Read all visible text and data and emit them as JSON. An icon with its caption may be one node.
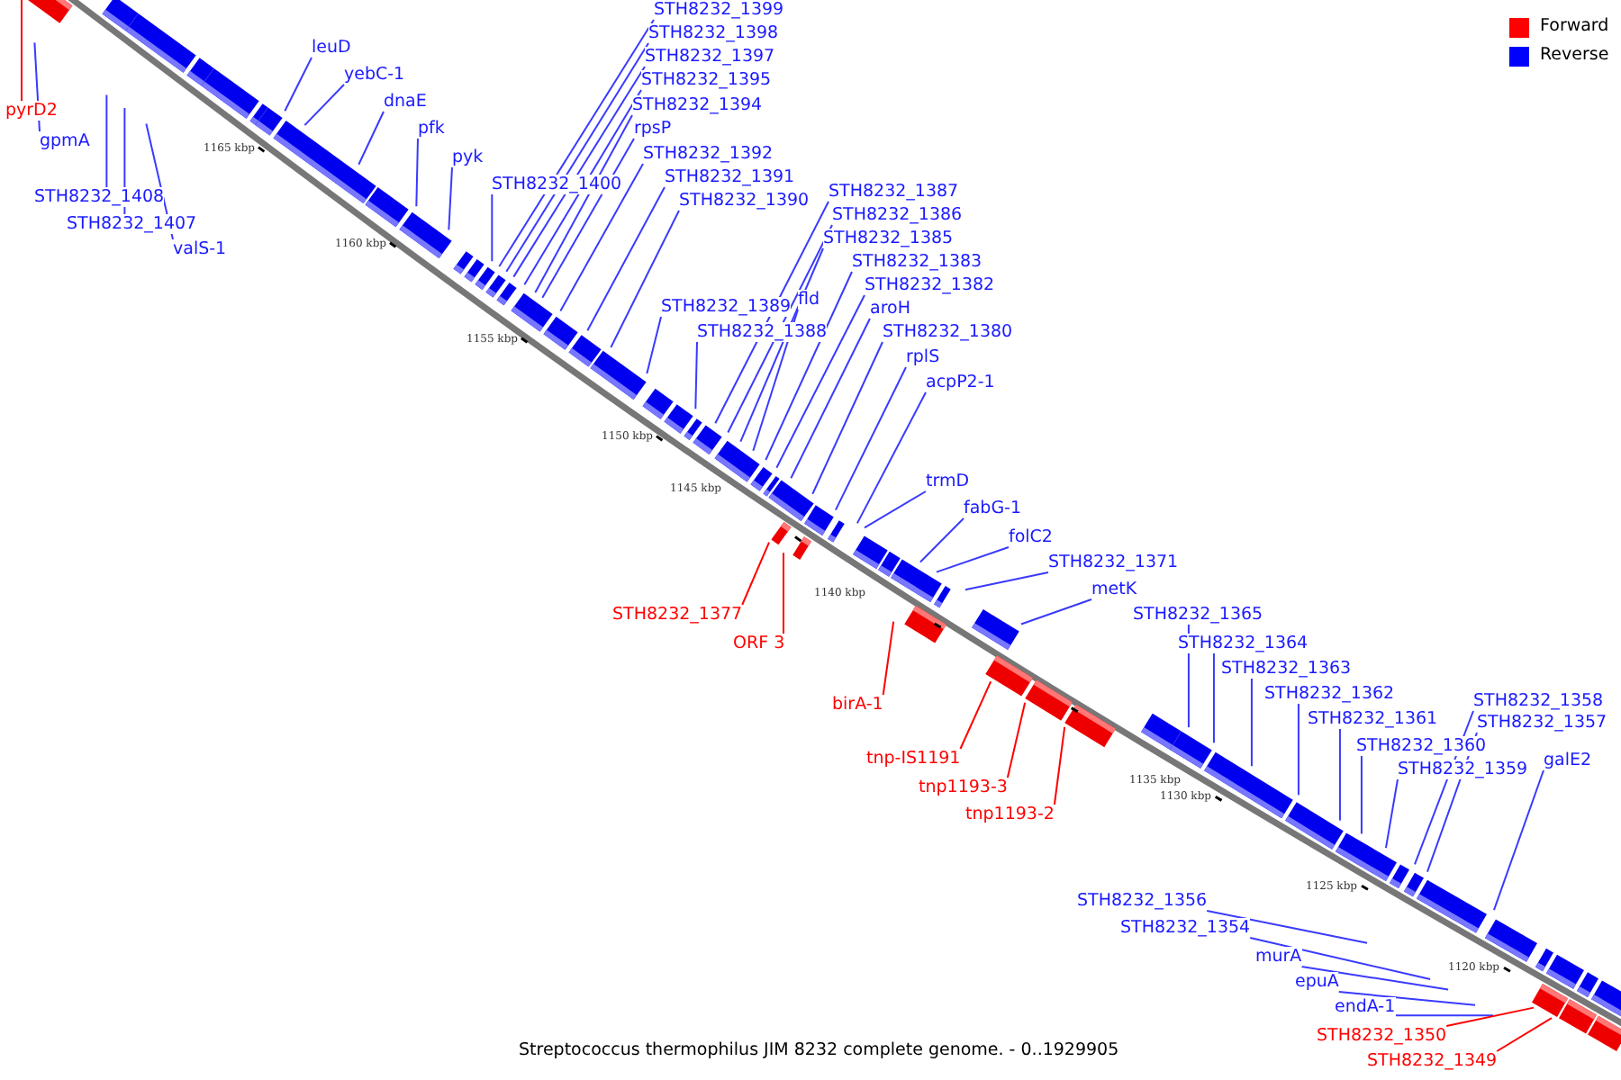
{
  "diagram": {
    "caption": "Streptococcus thermophilus JIM 8232 complete genome. - 0..1929905",
    "nodes": [
      {
        "text": [
          "pyrD2"
        ]
      },
      {
        "text": [
          "gpmA"
        ]
      },
      {
        "text": [
          "STH8232_1408"
        ]
      },
      {
        "text": [
          "STH8232_1407"
        ]
      },
      {
        "text": [
          "valS-1"
        ]
      },
      {
        "text": [
          "leuD"
        ]
      },
      {
        "text": [
          "yebC-1"
        ]
      },
      {
        "text": [
          "dnaE"
        ]
      },
      {
        "text": [
          "pfk"
        ]
      },
      {
        "text": [
          "pyk"
        ]
      },
      {
        "text": [
          "STH8232_1400"
        ]
      },
      {
        "text": [
          "STH8232_1399"
        ]
      },
      {
        "text": [
          "STH8232_1398"
        ]
      },
      {
        "text": [
          "STH8232_1397"
        ]
      },
      {
        "text": [
          "STH8232_1395"
        ]
      },
      {
        "text": [
          "STH8232_1394"
        ]
      },
      {
        "text": [
          "rpsP"
        ]
      },
      {
        "text": [
          "STH8232_1392"
        ]
      },
      {
        "text": [
          "STH8232_1391"
        ]
      },
      {
        "text": [
          "STH8232_1390"
        ]
      },
      {
        "text": [
          "STH8232_1389"
        ]
      },
      {
        "text": [
          "STH8232_1388"
        ]
      },
      {
        "text": [
          "STH8232_1387"
        ]
      },
      {
        "text": [
          "STH8232_1386"
        ]
      },
      {
        "text": [
          "STH8232_1385"
        ]
      },
      {
        "text": [
          "fld"
        ]
      },
      {
        "text": [
          "STH8232_1383"
        ]
      },
      {
        "text": [
          "STH8232_1382"
        ]
      },
      {
        "text": [
          "aroH"
        ]
      },
      {
        "text": [
          "STH8232_1380"
        ]
      },
      {
        "text": [
          "rplS"
        ]
      },
      {
        "text": [
          "acpP2-1"
        ]
      },
      {
        "text": [
          "trmD"
        ]
      },
      {
        "text": [
          "fabG-1"
        ]
      },
      {
        "text": [
          "folC2"
        ]
      },
      {
        "text": [
          "STH8232_1371"
        ]
      },
      {
        "text": [
          "metK"
        ]
      },
      {
        "text": [
          "STH8232_1365"
        ]
      },
      {
        "text": [
          "STH8232_1364"
        ]
      },
      {
        "text": [
          "STH8232_1363"
        ]
      },
      {
        "text": [
          "STH8232_1362"
        ]
      },
      {
        "text": [
          "STH8232_1361"
        ]
      },
      {
        "text": [
          "STH8232_1360"
        ]
      },
      {
        "text": [
          "STH8232_1359"
        ]
      },
      {
        "text": [
          "STH8232_1358"
        ]
      },
      {
        "text": [
          "STH8232_1357"
        ]
      },
      {
        "text": [
          "galE2"
        ]
      },
      {
        "text": [
          "STH8232_1356"
        ]
      },
      {
        "text": [
          "STH8232_1354"
        ]
      },
      {
        "text": [
          "murA"
        ]
      },
      {
        "text": [
          "epuA"
        ]
      },
      {
        "text": [
          "endA-1"
        ]
      },
      {
        "text": [
          "STH8232_1350"
        ]
      },
      {
        "text": [
          "STH8232_1349"
        ]
      },
      {
        "text": [
          "STH8232_1377"
        ]
      },
      {
        "text": [
          "ORF 3"
        ]
      },
      {
        "text": [
          "birA-1"
        ]
      },
      {
        "text": [
          "tnp-IS1191"
        ]
      },
      {
        "text": [
          "tnp1193-3"
        ]
      },
      {
        "text": [
          "tnp1193-2"
        ]
      }
    ],
    "edges": [
      {
        "from": 0,
        "to": null,
        "arrow": "none",
        "color": "#ff0000"
      },
      {
        "from": 1,
        "to": null,
        "arrow": "none"
      },
      {
        "from": 2,
        "to": null,
        "arrow": "none"
      },
      {
        "from": 3,
        "to": null,
        "arrow": "none"
      },
      {
        "from": 4,
        "to": null,
        "arrow": "none"
      },
      {
        "from": 5,
        "to": null,
        "arrow": "none"
      },
      {
        "from": 6,
        "to": null,
        "arrow": "none"
      },
      {
        "from": 7,
        "to": null,
        "arrow": "none"
      },
      {
        "from": 8,
        "to": null,
        "arrow": "none"
      },
      {
        "from": 9,
        "to": null,
        "arrow": "none"
      },
      {
        "from": 10,
        "to": null,
        "arrow": "none"
      },
      {
        "from": 11,
        "to": null,
        "arrow": "none"
      },
      {
        "from": 12,
        "to": null,
        "arrow": "none"
      },
      {
        "from": 13,
        "to": null,
        "arrow": "none"
      },
      {
        "from": 14,
        "to": null,
        "arrow": "none"
      },
      {
        "from": 15,
        "to": null,
        "arrow": "none"
      },
      {
        "from": 16,
        "to": null,
        "arrow": "none"
      },
      {
        "from": 17,
        "to": null,
        "arrow": "none"
      },
      {
        "from": 18,
        "to": null,
        "arrow": "none"
      },
      {
        "from": 19,
        "to": null,
        "arrow": "none"
      },
      {
        "from": 20,
        "to": null,
        "arrow": "none"
      },
      {
        "from": 21,
        "to": null,
        "arrow": "none"
      },
      {
        "from": 22,
        "to": null,
        "arrow": "none"
      },
      {
        "from": 23,
        "to": null,
        "arrow": "none"
      },
      {
        "from": 24,
        "to": null,
        "arrow": "none"
      },
      {
        "from": 25,
        "to": null,
        "arrow": "none"
      },
      {
        "from": 26,
        "to": null,
        "arrow": "none"
      },
      {
        "from": 27,
        "to": null,
        "arrow": "none"
      },
      {
        "from": 28,
        "to": null,
        "arrow": "none"
      },
      {
        "from": 29,
        "to": null,
        "arrow": "none"
      },
      {
        "from": 30,
        "to": null,
        "arrow": "none"
      },
      {
        "from": 31,
        "to": null,
        "arrow": "none"
      },
      {
        "from": 32,
        "to": null,
        "arrow": "none"
      },
      {
        "from": 33,
        "to": null,
        "arrow": "none"
      },
      {
        "from": 34,
        "to": null,
        "arrow": "none"
      },
      {
        "from": 35,
        "to": null,
        "arrow": "none"
      },
      {
        "from": 36,
        "to": null,
        "arrow": "none"
      },
      {
        "from": 37,
        "to": null,
        "arrow": "none"
      },
      {
        "from": 38,
        "to": null,
        "arrow": "none"
      },
      {
        "from": 39,
        "to": null,
        "arrow": "none"
      },
      {
        "from": 40,
        "to": null,
        "arrow": "none"
      },
      {
        "from": 41,
        "to": null,
        "arrow": "none"
      },
      {
        "from": 42,
        "to": null,
        "arrow": "none"
      },
      {
        "from": 43,
        "to": null,
        "arrow": "none"
      },
      {
        "from": 44,
        "to": null,
        "arrow": "none"
      },
      {
        "from": 45,
        "to": null,
        "arrow": "none"
      },
      {
        "from": 46,
        "to": null,
        "arrow": "none"
      },
      {
        "from": 47,
        "to": null,
        "arrow": "none"
      },
      {
        "from": 48,
        "to": null,
        "arrow": "none"
      },
      {
        "from": 49,
        "to": null,
        "arrow": "none"
      },
      {
        "from": 50,
        "to": null,
        "arrow": "none"
      },
      {
        "from": 51,
        "to": null,
        "arrow": "none"
      },
      {
        "from": 52,
        "to": null,
        "arrow": "none",
        "color": "#ff0000"
      },
      {
        "from": 53,
        "to": null,
        "arrow": "none",
        "color": "#ff0000"
      },
      {
        "from": 54,
        "to": null,
        "arrow": "none",
        "color": "#ff0000"
      },
      {
        "from": 55,
        "to": null,
        "arrow": "none",
        "color": "#ff0000"
      },
      {
        "from": 56,
        "to": null,
        "arrow": "none",
        "color": "#ff0000"
      },
      {
        "from": 57,
        "to": null,
        "arrow": "none",
        "color": "#ff0000"
      },
      {
        "from": 58,
        "to": null,
        "arrow": "none",
        "color": "#ff0000"
      },
      {
        "from": 59,
        "to": null,
        "arrow": "none",
        "color": "#ff0000"
      }
    ],
    "labels": [
      "1165 kbp",
      "1160 kbp",
      "1155 kbp",
      "1150 kbp",
      "1145 kbp",
      "1140 kbp",
      "1135 kbp",
      "1130 kbp",
      "1125 kbp",
      "1120 kbp"
    ],
    "legend": [
      {
        "text": "Forward",
        "color": "#ff0000"
      },
      {
        "text": "Reverse",
        "color": "#0000ff"
      }
    ]
  }
}
